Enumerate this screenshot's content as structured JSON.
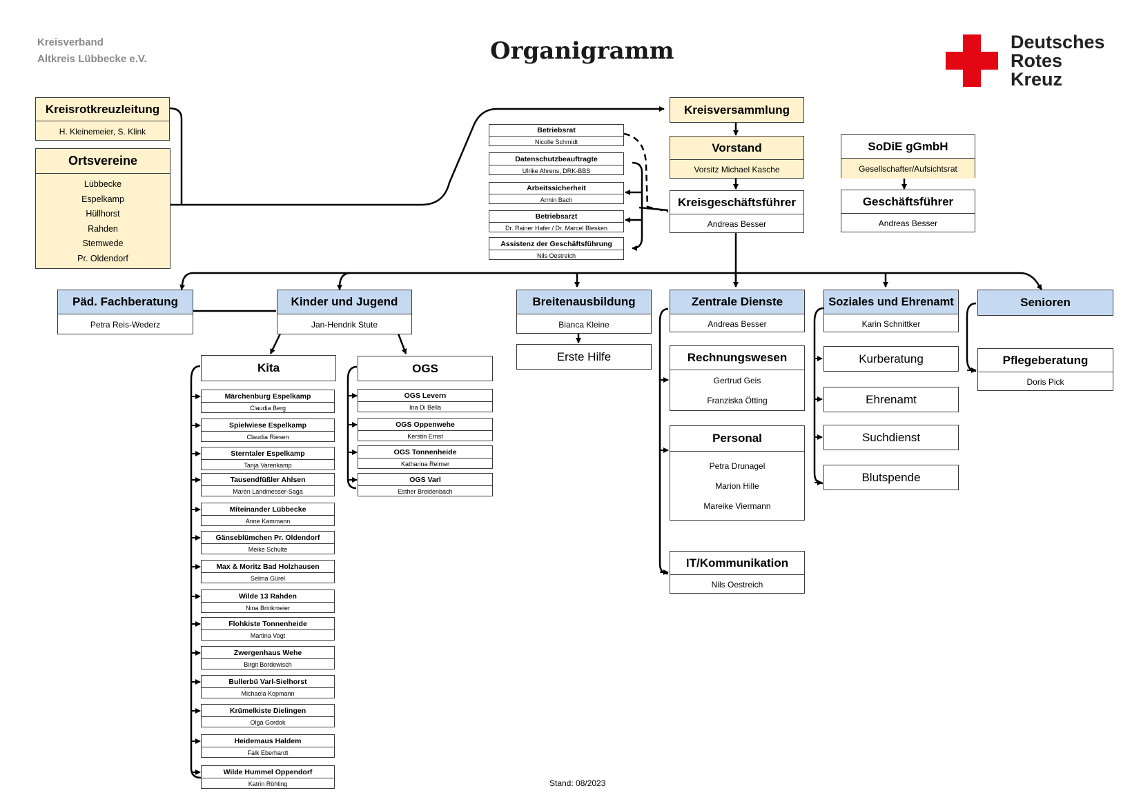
{
  "header": {
    "org_line1": "Kreisverband",
    "org_line2": "Altkreis Lübbecke e.V.",
    "title": "Organigramm",
    "logo": {
      "line1": "Deutsches",
      "line2": "Rotes",
      "line3": "Kreuz",
      "cross_color": "#e30613"
    }
  },
  "top": {
    "kreisrotkreuzleitung": {
      "title": "Kreisrotkreuzleitung",
      "sub": "H. Kleinemeier, S. Klink"
    },
    "ortsvereine": {
      "title": "Ortsvereine",
      "items": [
        "Lübbecke",
        "Espelkamp",
        "Hüllhorst",
        "Rahden",
        "Stemwede",
        "Pr. Oldendorf"
      ]
    },
    "kreisversammlung": {
      "title": "Kreisversammlung"
    },
    "vorstand": {
      "title": "Vorstand",
      "sub": "Vorsitz Michael Kasche"
    },
    "kgf": {
      "title": "Kreisgeschäftsführer",
      "sub": "Andreas Besser"
    },
    "sodie": {
      "title": "SoDiE gGmbH",
      "sub": "Gesellschafter/Aufsichtsrat"
    },
    "gf": {
      "title": "Geschäftsführer",
      "sub": "Andreas Besser"
    }
  },
  "staff": [
    {
      "title": "Betriebsrat",
      "sub": "Nicolle Schmidt"
    },
    {
      "title": "Datenschutzbeauftragte",
      "sub": "Ulrike Ahrens, DRK-BBS"
    },
    {
      "title": "Arbeitssicherheit",
      "sub": "Armin Bach"
    },
    {
      "title": "Betriebsarzt",
      "sub": "Dr. Rainer Hafer / Dr. Marcel Blesken"
    },
    {
      "title": "Assistenz der Geschäftsführung",
      "sub": "Nils Oestreich"
    }
  ],
  "departments": {
    "paed": {
      "title": "Päd. Fachberatung",
      "sub": "Petra Reis-Wederz"
    },
    "kinder": {
      "title": "Kinder und Jugend",
      "sub": "Jan-Hendrik Stute"
    },
    "breiten": {
      "title": "Breitenausbildung",
      "sub": "Bianca Kleine"
    },
    "zentrale": {
      "title": "Zentrale Dienste",
      "sub": "Andreas Besser"
    },
    "soziales": {
      "title": "Soziales und Ehrenamt",
      "sub": "Karin Schnittker"
    },
    "senioren": {
      "title": "Senioren"
    }
  },
  "kita": {
    "title": "Kita",
    "items": [
      {
        "title": "Märchenburg Espelkamp",
        "sub": "Claudia Berg"
      },
      {
        "title": "Spielwiese Espelkamp",
        "sub": "Claudia Riesen"
      },
      {
        "title": "Sterntaler Espelkamp",
        "sub": "Tanja Varenkamp"
      },
      {
        "title": "Tausendfüßler Ahlsen",
        "sub": "Marén Landmesser-Saga"
      },
      {
        "title": "Miteinander Lübbecke",
        "sub": "Anne Kammann"
      },
      {
        "title": "Gänseblümchen Pr. Oldendorf",
        "sub": "Meike Schulte"
      },
      {
        "title": "Max & Moritz Bad Holzhausen",
        "sub": "Selma Gürel"
      },
      {
        "title": "Wilde 13 Rahden",
        "sub": "Nina Brinkmeier"
      },
      {
        "title": "Flohkiste Tonnenheide",
        "sub": "Martina Vogt"
      },
      {
        "title": "Zwergenhaus Wehe",
        "sub": "Birgit Bordewisch"
      },
      {
        "title": "Bullerbü Varl-Sielhorst",
        "sub": "Michaela Kopmann"
      },
      {
        "title": "Krümelkiste Dielingen",
        "sub": "Olga Gordok"
      },
      {
        "title": "Heidemaus Haldem",
        "sub": "Falk Eberhardt"
      },
      {
        "title": "Wilde Hummel Oppendorf",
        "sub": "Katrin Röhling"
      }
    ]
  },
  "ogs": {
    "title": "OGS",
    "items": [
      {
        "title": "OGS Levern",
        "sub": "Ina Di Bella"
      },
      {
        "title": "OGS Oppenwehe",
        "sub": "Kerstin Ernst"
      },
      {
        "title": "OGS Tonnenheide",
        "sub": "Katharina Reimer"
      },
      {
        "title": "OGS Varl",
        "sub": "Esther Breidenbach"
      }
    ]
  },
  "erste_hilfe": "Erste Hilfe",
  "zentrale_sub": {
    "rechnungswesen": {
      "title": "Rechnungswesen",
      "people": [
        "Gertrud Geis",
        "Franziska Ötting"
      ]
    },
    "personal": {
      "title": "Personal",
      "people": [
        "Petra Drunagel",
        "Marion Hille",
        "Mareike Viermann"
      ]
    },
    "it": {
      "title": "IT/Kommunikation",
      "sub": "Nils Oestreich"
    }
  },
  "soziales_sub": [
    "Kurberatung",
    "Ehrenamt",
    "Suchdienst",
    "Blutspende"
  ],
  "pflege": {
    "title": "Pflegeberatung",
    "sub": "Doris Pick"
  },
  "footer": "Stand: 08/2023"
}
